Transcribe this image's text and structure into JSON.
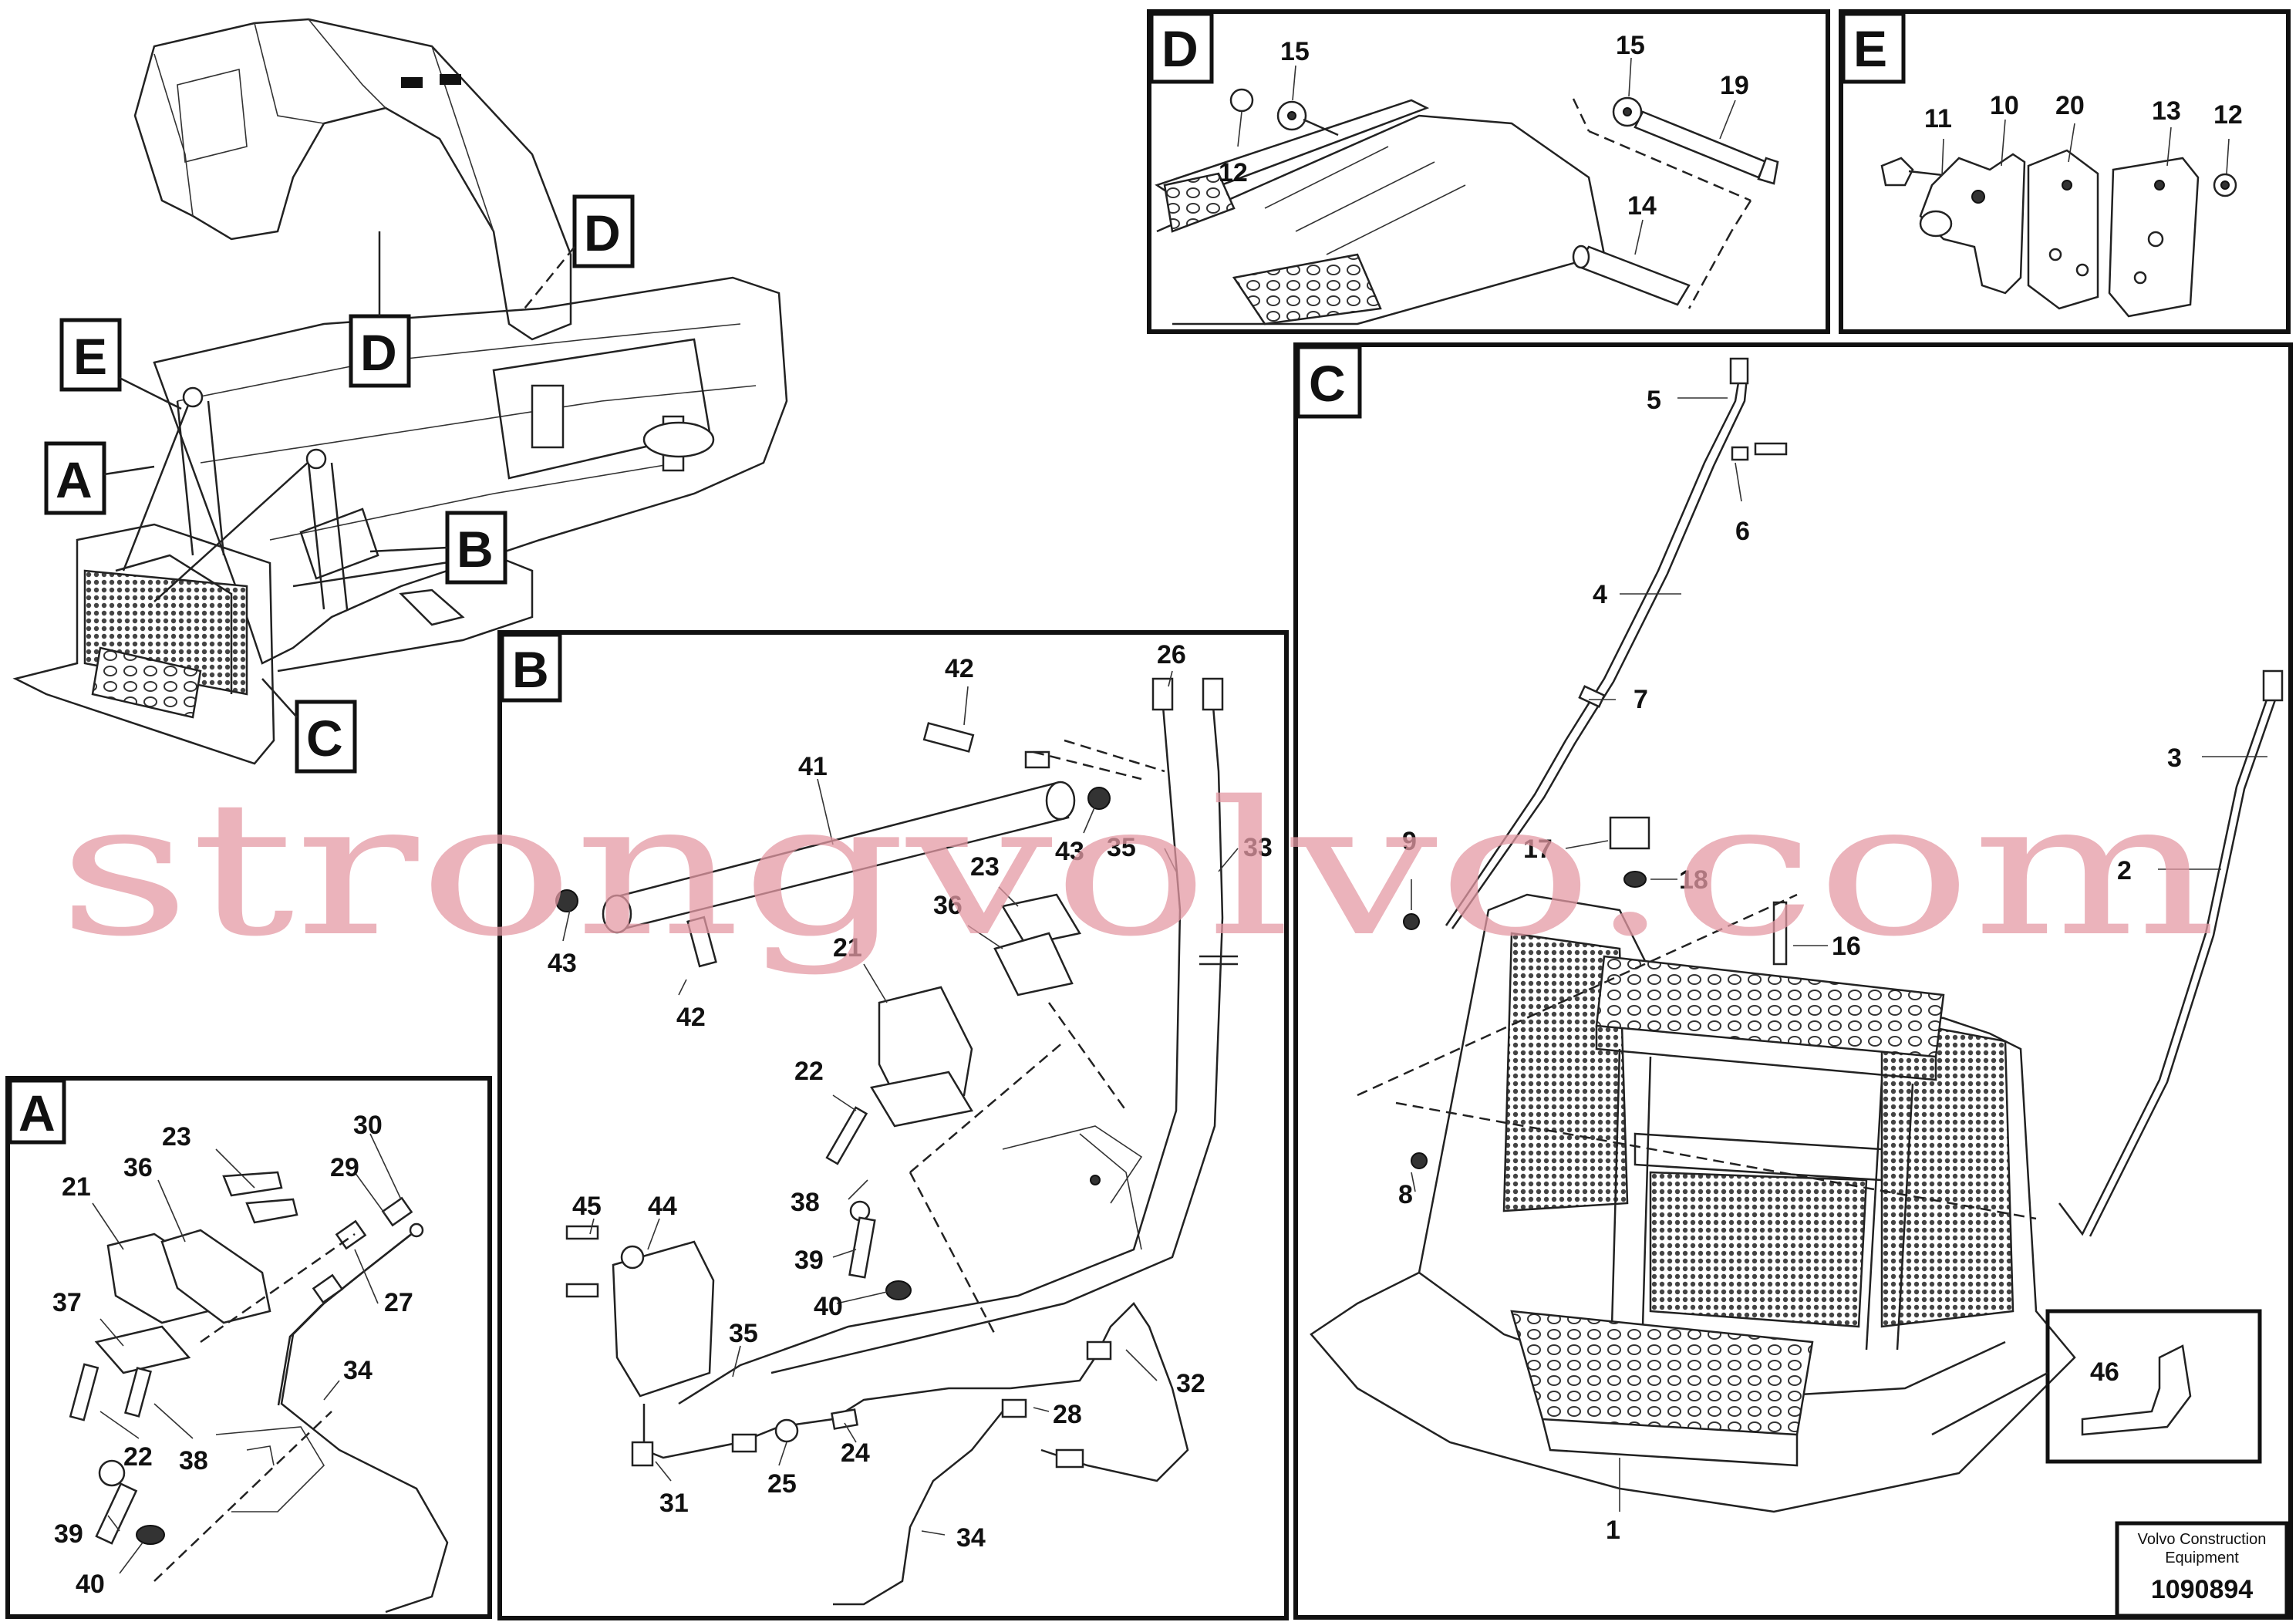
{
  "watermark": "strongvolvo.com",
  "footer": {
    "maker": "Volvo Construction Equipment",
    "drawing_number": "1090894"
  },
  "overview": {
    "callouts": [
      "E",
      "A",
      "D",
      "D",
      "B",
      "C"
    ]
  },
  "panels": {
    "A": {
      "letter": "A",
      "labels": [
        "23",
        "30",
        "21",
        "36",
        "29",
        "27",
        "37",
        "34",
        "22",
        "38",
        "39",
        "40"
      ]
    },
    "B": {
      "letter": "B",
      "labels": [
        "42",
        "26",
        "41",
        "35",
        "33",
        "43",
        "43",
        "23",
        "36",
        "21",
        "42",
        "22",
        "38",
        "45",
        "44",
        "39",
        "40",
        "35",
        "32",
        "28",
        "24",
        "25",
        "31",
        "34"
      ]
    },
    "C": {
      "letter": "C",
      "labels": [
        "5",
        "6",
        "4",
        "7",
        "3",
        "2",
        "9",
        "17",
        "18",
        "16",
        "8",
        "46",
        "1"
      ]
    },
    "D": {
      "letter": "D",
      "labels": [
        "15",
        "15",
        "19",
        "12",
        "14"
      ]
    },
    "E": {
      "letter": "E",
      "labels": [
        "11",
        "10",
        "20",
        "13",
        "12"
      ]
    }
  }
}
